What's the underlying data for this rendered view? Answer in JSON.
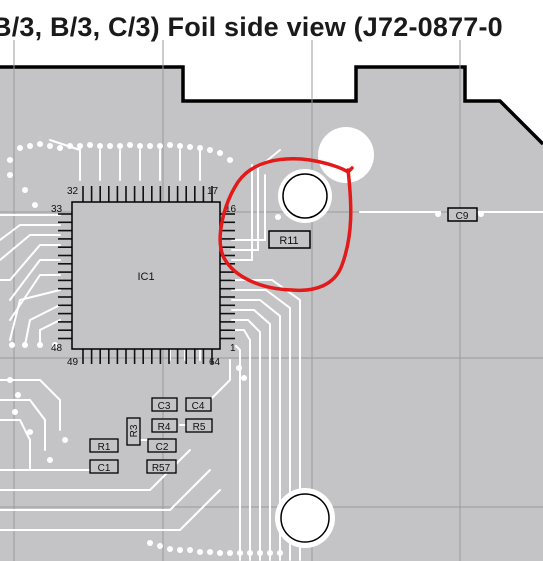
{
  "title": "B/3, B/3, C/3)  Foil side view (J72-0877-0",
  "ic": {
    "name": "IC1",
    "pins": {
      "top_left": "32",
      "top_right": "17",
      "left_top": "33",
      "right_top": "16",
      "left_bottom": "48",
      "bottom_left": "49",
      "bottom_right": "64",
      "right_bottom": "1"
    }
  },
  "components": {
    "r11": "R11",
    "c9": "C9",
    "c3": "C3",
    "c4": "C4",
    "r4": "R4",
    "r5": "R5",
    "r3": "R3",
    "r1": "R1",
    "c2": "C2",
    "c1": "C1",
    "r57": "R57"
  },
  "colors": {
    "board": "#c4c4c6",
    "trace": "#ffffff",
    "grid": "#9a9a9a",
    "outline": "#000000",
    "highlight": "#e31a1a"
  }
}
